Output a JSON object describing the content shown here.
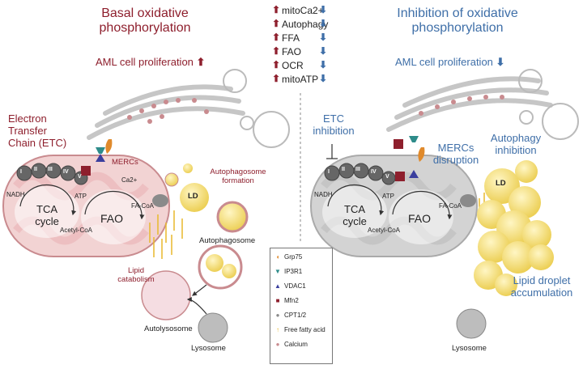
{
  "left_panel": {
    "title_line1": "Basal oxidative",
    "title_line2": "phosphorylation",
    "proliferation": "AML cell proliferation",
    "etc_line1": "Electron",
    "etc_line2": "Transfer",
    "etc_line3": "Chain (ETC)",
    "mercs": "MERCs",
    "calcium": "Ca2+",
    "autophagosome_formation_1": "Autophagosome",
    "autophagosome_formation_2": "formation",
    "ld": "LD",
    "autophagosome": "Autophagosome",
    "lipid_catabolism_1": "Lipid",
    "lipid_catabolism_2": "catabolism",
    "autolysosome": "Autolysosome",
    "lysosome": "Lysosome",
    "nadh": "NADH",
    "atp": "ATP",
    "tca_1": "TCA",
    "tca_2": "cycle",
    "acetyl_coa": "Acetyl-CoA",
    "fao": "FAO",
    "fa_coa": "FA-CoA",
    "complexes": [
      "I",
      "II",
      "III",
      "IV",
      "V"
    ]
  },
  "right_panel": {
    "title_line1": "Inhibition of oxidative",
    "title_line2": "phosphorylation",
    "proliferation": "AML cell proliferation",
    "etc_inhibition_1": "ETC",
    "etc_inhibition_2": "inhibition",
    "mercs_disruption_1": "MERCs",
    "mercs_disruption_2": "disruption",
    "autophagy_inhibition_1": "Autophagy",
    "autophagy_inhibition_2": "inhibition",
    "ld": "LD",
    "lipid_droplet_1": "Lipid droplet",
    "lipid_droplet_2": "accumulation",
    "lysosome": "Lysosome",
    "nadh": "NADH",
    "atp": "ATP",
    "tca_1": "TCA",
    "tca_2": "cycle",
    "acetyl_coa": "Acetyl-CoA",
    "fao": "FAO",
    "fa_coa": "FA-CoA",
    "complexes": [
      "I",
      "II",
      "III",
      "IV",
      "V"
    ]
  },
  "changes": [
    {
      "label": "mitoCa2+"
    },
    {
      "label": "Autophagy"
    },
    {
      "label": "FFA"
    },
    {
      "label": "FAO"
    },
    {
      "label": "OCR"
    },
    {
      "label": "mitoATP"
    }
  ],
  "legend": [
    {
      "label": "Grp75",
      "icon": "grp75-icon",
      "color": "#e08a2c"
    },
    {
      "label": "IP3R1",
      "icon": "ip3r1-icon",
      "color": "#2e8c8a"
    },
    {
      "label": "VDAC1",
      "icon": "vdac1-icon",
      "color": "#3b3f9e"
    },
    {
      "label": "Mfn2",
      "icon": "mfn2-icon",
      "color": "#8e1f2d"
    },
    {
      "label": "CPT1/2",
      "icon": "cpt-icon",
      "color": "#8a8a8a"
    },
    {
      "label": "Free fatty acid",
      "icon": "ffa-icon",
      "color": "#e8b92c"
    },
    {
      "label": "Calcium",
      "icon": "calcium-icon",
      "color": "#c98b8f"
    }
  ],
  "colors": {
    "red_text": "#8e1f2d",
    "blue_text": "#3f6fa8",
    "mito_pink": "#f2d3d3",
    "mito_grey": "#cfcfcf",
    "lipid_yellow": "#f3d96b"
  }
}
